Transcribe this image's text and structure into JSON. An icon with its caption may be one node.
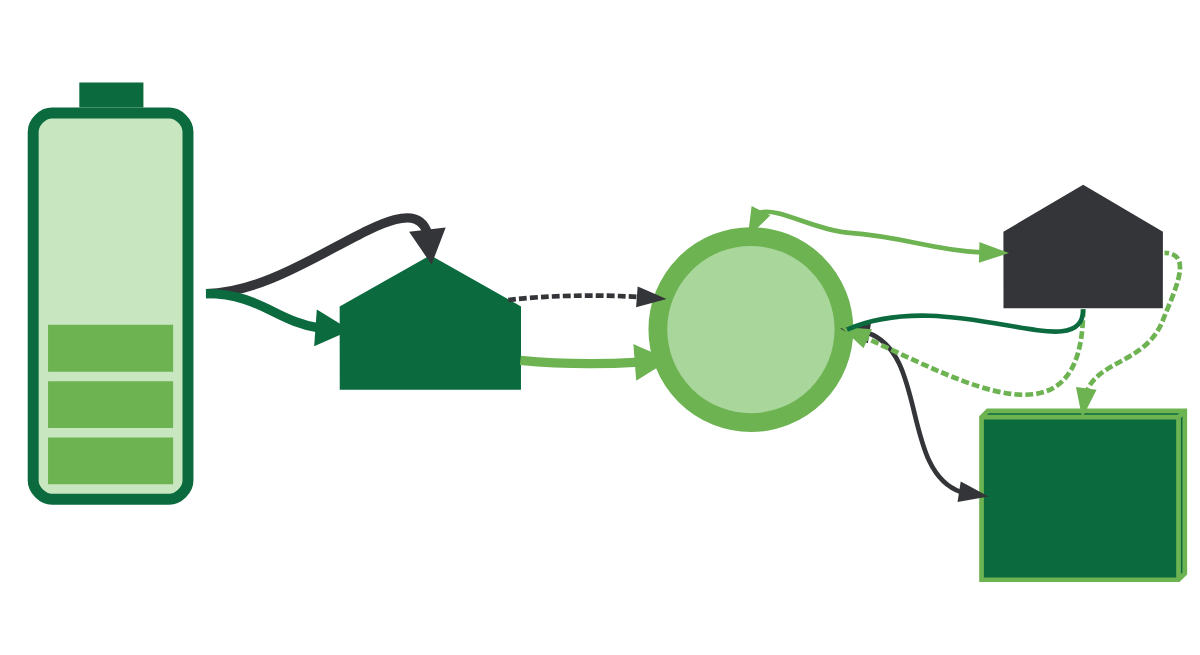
{
  "diagram": {
    "nodes": [
      {
        "text": [],
        "shape": "picture"
      },
      {
        "text": [],
        "shape": "picture"
      },
      {
        "text": [],
        "shape": "picture"
      },
      {
        "text": [],
        "shape": "picture"
      },
      {
        "text": [],
        "shape": "picture"
      }
    ],
    "edges": [
      {
        "from": 0,
        "to": 1,
        "arrow": "to",
        "style": "thick",
        "color": "#343539"
      },
      {
        "from": 0,
        "to": 1,
        "arrow": "to",
        "style": "thick",
        "color": "#0b6b3f"
      },
      {
        "from": 1,
        "to": 2,
        "arrow": "to",
        "style": "thick"
      },
      {
        "from": 1,
        "to": 2,
        "arrow": "to",
        "style": "dashed",
        "color": "#343539"
      },
      {
        "from": 2,
        "to": 3,
        "arrow": "both"
      },
      {
        "from": 3,
        "to": 2,
        "arrow": "to",
        "style": "dashed"
      },
      {
        "from": 3,
        "to": 2,
        "arrow": "none",
        "color": "#0b6b3f"
      },
      {
        "from": 3,
        "to": 4,
        "arrow": "to",
        "style": "dashed"
      },
      {
        "from": 2,
        "to": 4,
        "arrow": "both",
        "color": "#343539"
      }
    ]
  }
}
